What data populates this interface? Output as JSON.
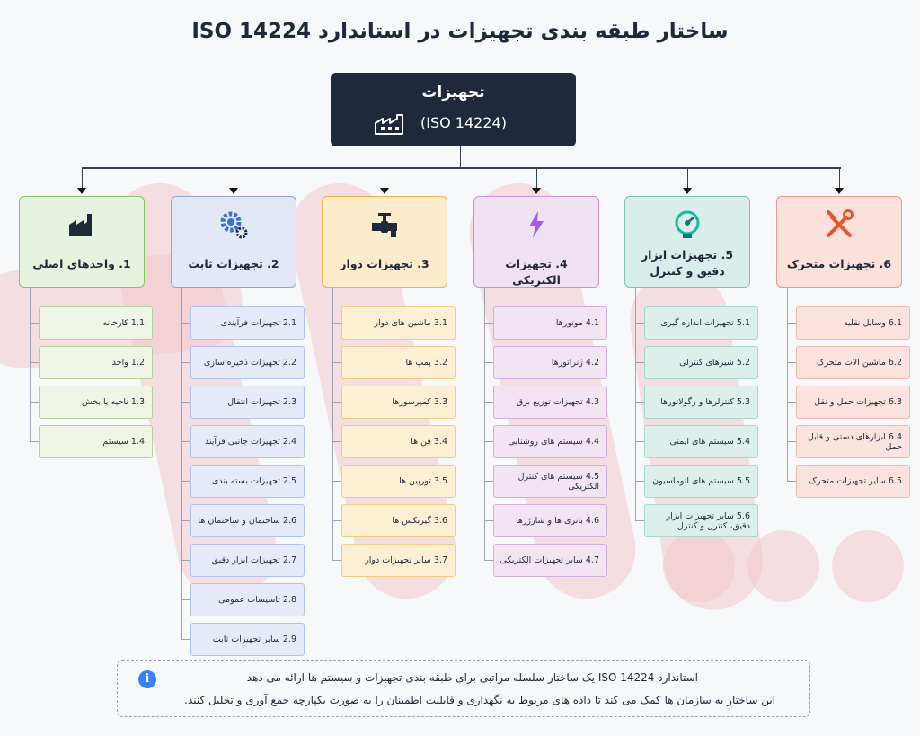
{
  "title": "ساختار طبقه بندی تجهیزات در استاندارد ISO 14224",
  "root": {
    "title": "تجهیزات",
    "subtitle": "(ISO 14224)",
    "icon": "factory-icon"
  },
  "columns": [
    {
      "label": "1. واحدهای اصلی",
      "icon": "factory-icon",
      "icon_color": "#1f2937",
      "head_bg": "#e8f3df",
      "head_border": "#8dbf6a",
      "item_bg": "#eef4e6",
      "item_border": "#b5cfa0",
      "items": [
        "1.1 کارخانه",
        "1.2 واحد",
        "1.3 ناحیه یا بخش",
        "1.4 سیستم"
      ]
    },
    {
      "label": "2. تجهیزات ثابت",
      "icon": "gears-icon",
      "icon_color": "#1f2937",
      "head_bg": "#e3e8f8",
      "head_border": "#8ea3e0",
      "item_bg": "#e7ebf9",
      "item_border": "#b3c0ea",
      "items": [
        "2.1 تجهیزات فرآیندی",
        "2.2 تجهیزات ذخیره سازی",
        "2.3 تجهیزات انتقال",
        "2.4 تجهیزات جانبی فرآیند",
        "2.5 تجهیزات بسته بندی",
        "2.6 ساختمان و ساختمان ها",
        "2.7 تجهیزات ابزار دقیق",
        "2.8 تاسیسات عمومی",
        "2.9 سایر تجهیزات ثابت"
      ]
    },
    {
      "label": "3. تجهیزات دوار",
      "icon": "valve-icon",
      "icon_color": "#1f2937",
      "head_bg": "#fdeccb",
      "head_border": "#f0b24a",
      "item_bg": "#fcefd3",
      "item_border": "#f1cb83",
      "items": [
        "3.1 ماشین های دوار",
        "3.2 پمپ ها",
        "3.3 کمپرسورها",
        "3.4 فن ها",
        "3.5 توربین ها",
        "3.6 گیربکس ها",
        "3.7 سایر تجهیزات دوار"
      ]
    },
    {
      "label": "4. تجهیزات الکتریکی",
      "icon": "lightning-icon",
      "icon_color": "#a855f7",
      "head_bg": "#f1e2f3",
      "head_border": "#c793d3",
      "item_bg": "#f3e4f3",
      "item_border": "#d2afda",
      "items": [
        "4.1 موتورها",
        "4.2 ژنراتورها",
        "4.3 تجهیزات توزیع برق",
        "4.4 سیستم های روشنایی",
        "4.5 سیستم های کنترل الکتریکی",
        "4.6 باتری ها و شارژرها",
        "4.7 سایر تجهیزات الکتریکی"
      ]
    },
    {
      "label": "5. تجهیزات ابزار دقیق و کنترل",
      "icon": "gauge-icon",
      "icon_color": "#0f766e",
      "head_bg": "#d9eeea",
      "head_border": "#7cc2b6",
      "item_bg": "#dcefeb",
      "item_border": "#a6d6cd",
      "items": [
        "5.1 تجهیزات اندازه گیری",
        "5.2 شیرهای کنترلی",
        "5.3 کنترلرها و رگولاتورها",
        "5.4 سیستم های ایمنی",
        "5.5 سیستم های اتوماسیون",
        "5.6 سایر تجهیزات ابزار دقیق، کنترل و کنترل"
      ]
    },
    {
      "label": "6. تجهیزات متحرک",
      "icon": "tools-icon",
      "icon_color": "#e4572e",
      "head_bg": "#fbe0dc",
      "head_border": "#ec9a8f",
      "item_bg": "#fce3df",
      "item_border": "#f0b5ad",
      "items": [
        "6.1 وسایل نقلیه",
        "6.2 ماشین الات متحرک",
        "6.3 تجهیزات حمل و نقل",
        "6.4 ابزارهای دستی و قابل حمل",
        "6.5 سایر تجهیزات متحرک"
      ]
    }
  ],
  "note": {
    "line1": "استاندارد ISO 14224 یک ساختار سلسله مراتبی برای طبقه بندی تجهیزات و سیستم ها ارائه می دهد",
    "line2": "این ساختار به سازمان ها کمک می کند تا داده های مربوط به نگهداری و قابلیت اطمینان را به صورت یکپارچه جمع آوری و تحلیل کنند.",
    "icon": "info-icon",
    "info_symbol": "i"
  }
}
